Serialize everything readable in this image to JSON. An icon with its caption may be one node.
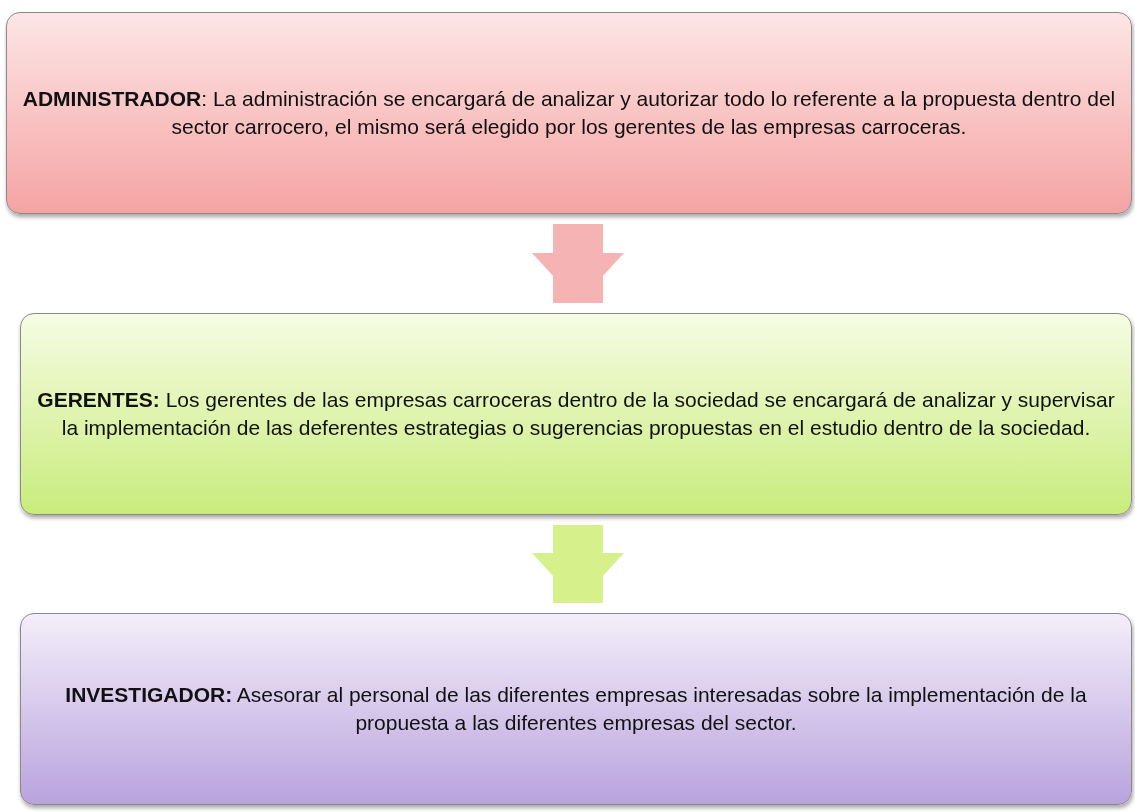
{
  "diagram": {
    "nodes": [
      {
        "text": [
          "**ADMINISTRADOR**: La administración se encargará de analizar y autorizar todo lo referente a la propuesta dentro del sector carrocero, el mismo será elegido por los gerentes de las empresas carroceras."
        ]
      },
      {
        "text": [
          "**GERENTES:** Los gerentes de las empresas carroceras dentro de la sociedad se encargará de analizar y supervisar la implementación de las deferentes estrategias o sugerencias propuestas en el estudio dentro de la sociedad."
        ]
      },
      {
        "text": [
          "**INVESTIGADOR:** Asesorar al personal de las diferentes empresas interesadas sobre la implementación de la propuesta a las diferentes empresas del sector."
        ]
      }
    ],
    "edges": [
      {
        "from": 0,
        "to": 1,
        "arrow": "to",
        "color": "#f6b3b3"
      },
      {
        "from": 1,
        "to": 2,
        "arrow": "to",
        "color": "#d6f08c"
      }
    ]
  }
}
